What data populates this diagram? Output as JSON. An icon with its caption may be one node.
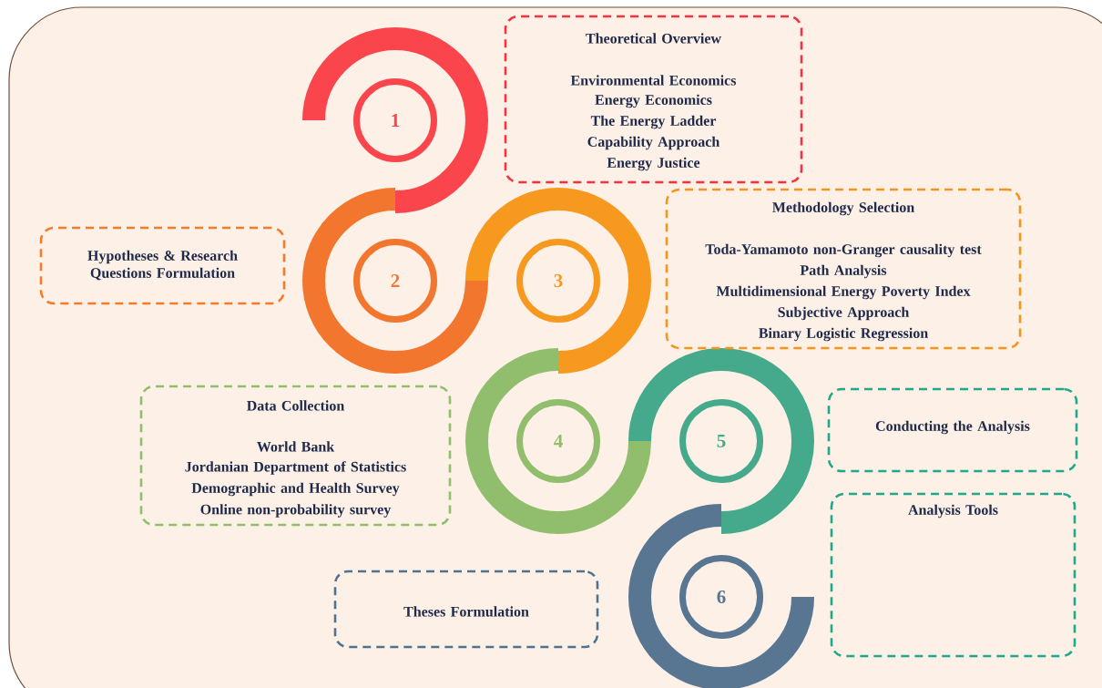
{
  "diagram": {
    "nodes": [
      {
        "text": [
          "Theoretical Overview",
          "Environmental Economics",
          "Energy Economics",
          "The Energy Ladder",
          "Capability Approach",
          "Energy Justice"
        ]
      },
      {
        "text": [
          "1"
        ]
      },
      {
        "text": [
          "Hypotheses & Research Questions Formulation"
        ]
      },
      {
        "text": [
          "2"
        ]
      },
      {
        "text": [
          "3"
        ]
      },
      {
        "text": [
          "Methodology Selection",
          "Toda-Yamamoto non-Granger causality test",
          "Path Analysis",
          "Multidimensional Energy Poverty Index",
          "Subjective Approach",
          "Binary Logistic Regression"
        ]
      },
      {
        "text": [
          "Data Collection",
          "World Bank",
          "Jordanian Department of Statistics",
          "Demographic and Health Survey",
          "Online non-probability survey"
        ]
      },
      {
        "text": [
          "4"
        ]
      },
      {
        "text": [
          "5"
        ]
      },
      {
        "text": [
          "Conducting the Analysis"
        ]
      },
      {
        "text": [
          "Analysis Tools"
        ]
      },
      {
        "text": [
          "Theses Formulation"
        ]
      },
      {
        "text": [
          "6"
        ]
      }
    ]
  }
}
